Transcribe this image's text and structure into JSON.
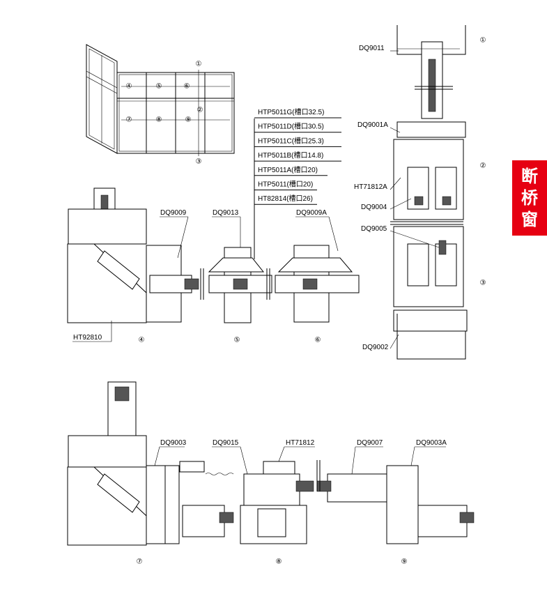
{
  "badge": {
    "chars": [
      "断",
      "桥",
      "窗"
    ],
    "color": "#e60012"
  },
  "elevation": {
    "markers": [
      "①",
      "④",
      "⑤",
      "⑥",
      "②",
      "⑦",
      "⑧",
      "⑨",
      "③"
    ]
  },
  "series_list": [
    "HTP5011G(槽口32.5)",
    "HTP5011D(槽口30.5)",
    "HTP5011C(槽口25.3)",
    "HTP5011B(槽口14.8)",
    "HTP5011A(槽口20)",
    "HTP5011(槽口20)",
    "HT82814(槽口26)"
  ],
  "vertical_section": {
    "labels": [
      "DQ9011",
      "DQ9001A",
      "HT71812A",
      "DQ9004",
      "DQ9005",
      "DQ9002"
    ],
    "markers": [
      "①",
      "②",
      "③"
    ]
  },
  "section_456": {
    "labels": [
      "DQ9009",
      "DQ9013",
      "DQ9009A",
      "HT92810"
    ],
    "markers": [
      "④",
      "⑤",
      "⑥"
    ]
  },
  "section_789": {
    "labels": [
      "DQ9003",
      "DQ9015",
      "HT71812",
      "DQ9007",
      "DQ9003A"
    ],
    "markers": [
      "⑦",
      "⑧",
      "⑨"
    ]
  }
}
